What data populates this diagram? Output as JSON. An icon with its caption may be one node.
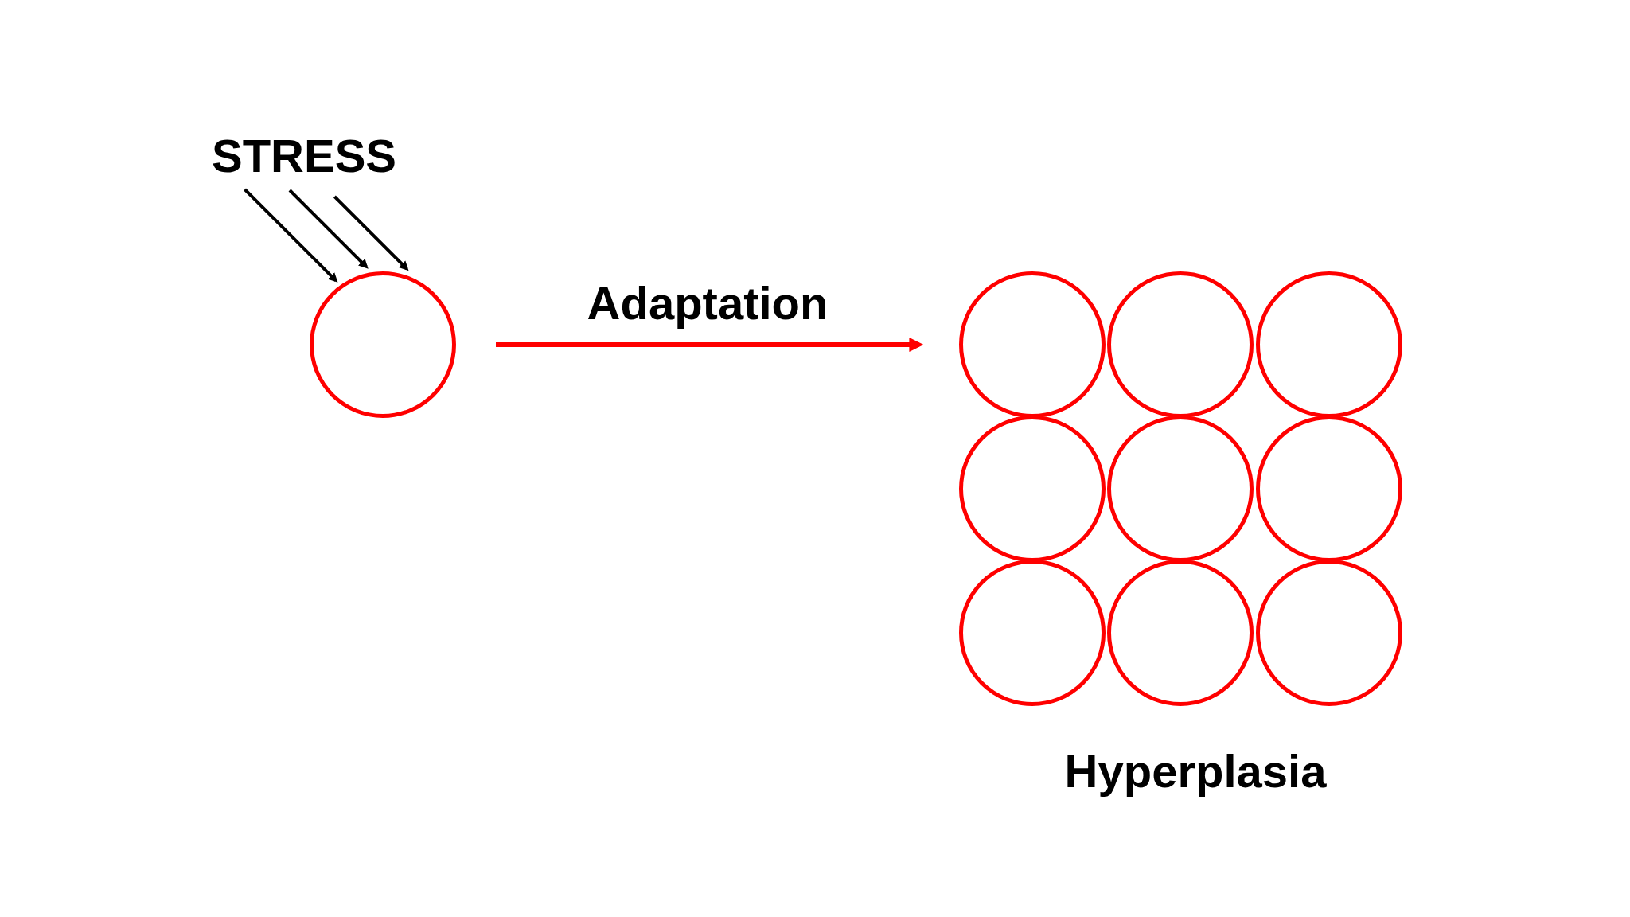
{
  "diagram": {
    "nodes": [
      {
        "text": [
          "STRESS"
        ]
      },
      {
        "text": [],
        "shape": "circle"
      },
      {
        "text": [],
        "shape": "circle"
      },
      {
        "text": [],
        "shape": "circle"
      },
      {
        "text": [],
        "shape": "circle"
      },
      {
        "text": [],
        "shape": "circle"
      },
      {
        "text": [],
        "shape": "circle"
      },
      {
        "text": [],
        "shape": "circle"
      },
      {
        "text": [],
        "shape": "circle"
      },
      {
        "text": [],
        "shape": "circle"
      },
      {
        "text": [],
        "shape": "circle"
      }
    ],
    "edges": [
      {
        "from": 0,
        "to": 1,
        "arrow": "to"
      },
      {
        "from": 0,
        "to": 1,
        "arrow": "to"
      },
      {
        "from": 0,
        "to": 1,
        "arrow": "to"
      },
      {
        "from": 1,
        "to": 2,
        "arrow": "to",
        "label": "Adaptation",
        "color": "#ff0000"
      }
    ],
    "labels": [
      "Hyperplasia"
    ]
  }
}
